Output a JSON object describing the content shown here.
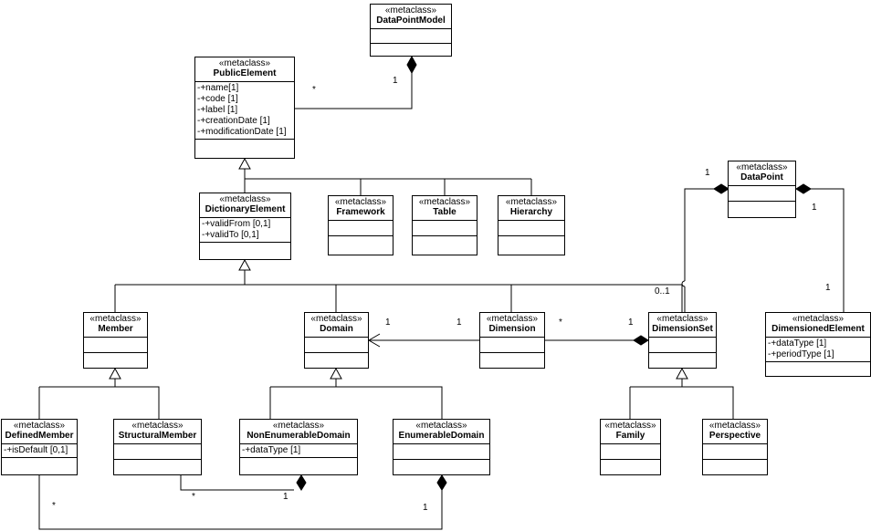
{
  "classes": {
    "data_point_model": {
      "stereotype": "«metaclass»",
      "name": "DataPointModel",
      "attributes": []
    },
    "public_element": {
      "stereotype": "«metaclass»",
      "name": "PublicElement",
      "attributes": [
        "-+name[1]",
        "-+code [1]",
        "-+label [1]",
        "-+creationDate [1]",
        "-+modificationDate [1]"
      ]
    },
    "dictionary_element": {
      "stereotype": "«metaclass»",
      "name": "DictionaryElement",
      "attributes": [
        "-+validFrom [0,1]",
        "-+validTo [0,1]"
      ]
    },
    "framework": {
      "stereotype": "«metaclass»",
      "name": "Framework",
      "attributes": []
    },
    "table": {
      "stereotype": "«metaclass»",
      "name": "Table",
      "attributes": []
    },
    "hierarchy": {
      "stereotype": "«metaclass»",
      "name": "Hierarchy",
      "attributes": []
    },
    "data_point": {
      "stereotype": "«metaclass»",
      "name": "DataPoint",
      "attributes": []
    },
    "member": {
      "stereotype": "«metaclass»",
      "name": "Member",
      "attributes": []
    },
    "domain": {
      "stereotype": "«metaclass»",
      "name": "Domain",
      "attributes": []
    },
    "dimension": {
      "stereotype": "«metaclass»",
      "name": "Dimension",
      "attributes": []
    },
    "dimension_set": {
      "stereotype": "«metaclass»",
      "name": "DimensionSet",
      "attributes": []
    },
    "dimensioned_element": {
      "stereotype": "«metaclass»",
      "name": "DimensionedElement",
      "attributes": [
        "-+dataType [1]",
        "-+periodType [1]"
      ]
    },
    "defined_member": {
      "stereotype": "«metaclass»",
      "name": "DefinedMember",
      "attributes": [
        "-+isDefault [0,1]"
      ]
    },
    "structural_member": {
      "stereotype": "«metaclass»",
      "name": "StructuralMember",
      "attributes": []
    },
    "non_enumerable_domain": {
      "stereotype": "«metaclass»",
      "name": "NonEnumerableDomain",
      "attributes": [
        "-+dataType [1]"
      ]
    },
    "enumerable_domain": {
      "stereotype": "«metaclass»",
      "name": "EnumerableDomain",
      "attributes": []
    },
    "family": {
      "stereotype": "«metaclass»",
      "name": "Family",
      "attributes": []
    },
    "perspective": {
      "stereotype": "«metaclass»",
      "name": "Perspective",
      "attributes": []
    }
  },
  "multiplicities": {
    "model_to_public_star": "*",
    "model_to_public_one": "1",
    "datapoint_to_dimset_one": "1",
    "dimset_in_datapoint": "0..1",
    "datapoint_to_dimelem_one_a": "1",
    "datapoint_to_dimelem_one_b": "1",
    "domain_end": "1",
    "dimension_to_domain": "1",
    "dimension_star": "*",
    "dimset_end": "1",
    "structural_star": "*",
    "nonenum_one": "1",
    "defined_star": "*",
    "enum_one": "1"
  }
}
